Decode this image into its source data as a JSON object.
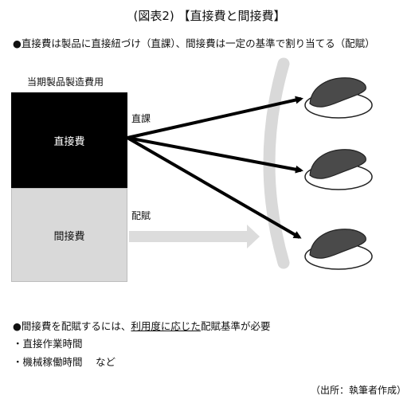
{
  "title": "(図表2) 【直接費と間接費】",
  "bullet1": "●直接費は製品に直接紐づけ（直課）、間接費は一定の基準で割り当てる（配賦）",
  "cost_block_label": "当期製品製造費用",
  "direct_cost": "直接費",
  "indirect_cost": "間接費",
  "direct_assign_label": "直課",
  "allocate_label": "配賦",
  "bullet2": {
    "prefix": "●間接費を配賦するには、",
    "underlined": "利用度に応じた",
    "suffix": "配賦基準が必要"
  },
  "items": [
    "・直接作業時間",
    "・機械稼働時間　 など"
  ],
  "source": "（出所：執筆者作成）",
  "colors": {
    "direct_box": "#000000",
    "indirect_box": "#d9d9d9",
    "allocation_arrow": "#dcdcdc",
    "bracket": "#d9d9d9",
    "product_top": "#4a4a4a"
  },
  "icons": [
    "product-icon",
    "product-icon",
    "product-icon"
  ]
}
